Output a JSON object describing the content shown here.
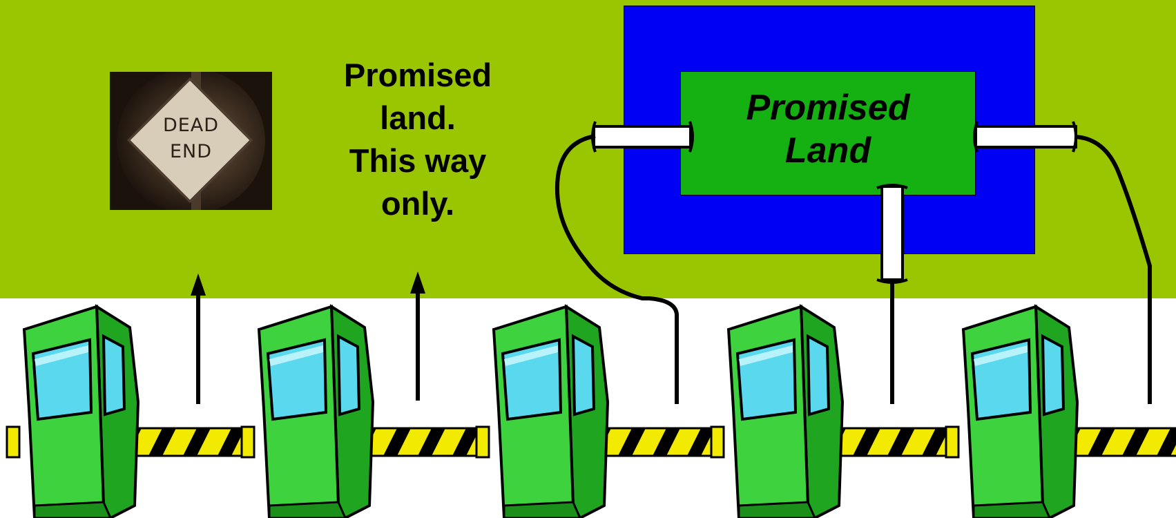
{
  "colors": {
    "background": "#99c600",
    "outer_box": "#0000f2",
    "inner_box": "#15b012",
    "booth_green": "#33cc33",
    "window_blue": "#5ad8ee",
    "barrier_yellow": "#f2ea00"
  },
  "dead_end_sign": {
    "line1": "DEAD",
    "line2": "END"
  },
  "caption": {
    "line1": "Promised",
    "line2": "land.",
    "line3": "This way",
    "line4": "only."
  },
  "promised_land": {
    "line1": "Promised",
    "line2": "Land"
  },
  "toll_booths": [
    {
      "label": "toll-booth-1",
      "path": "arrow-up"
    },
    {
      "label": "toll-booth-2",
      "path": "arrow-up"
    },
    {
      "label": "toll-booth-3",
      "path": "curve-to-left-pipe"
    },
    {
      "label": "toll-booth-4",
      "path": "line-to-bottom-pipe"
    },
    {
      "label": "toll-booth-5",
      "path": "curve-to-right-pipe"
    }
  ],
  "icons": [
    "dead-end-sign-icon",
    "toll-booth-icon",
    "arrow-up-icon",
    "pipe-icon"
  ]
}
